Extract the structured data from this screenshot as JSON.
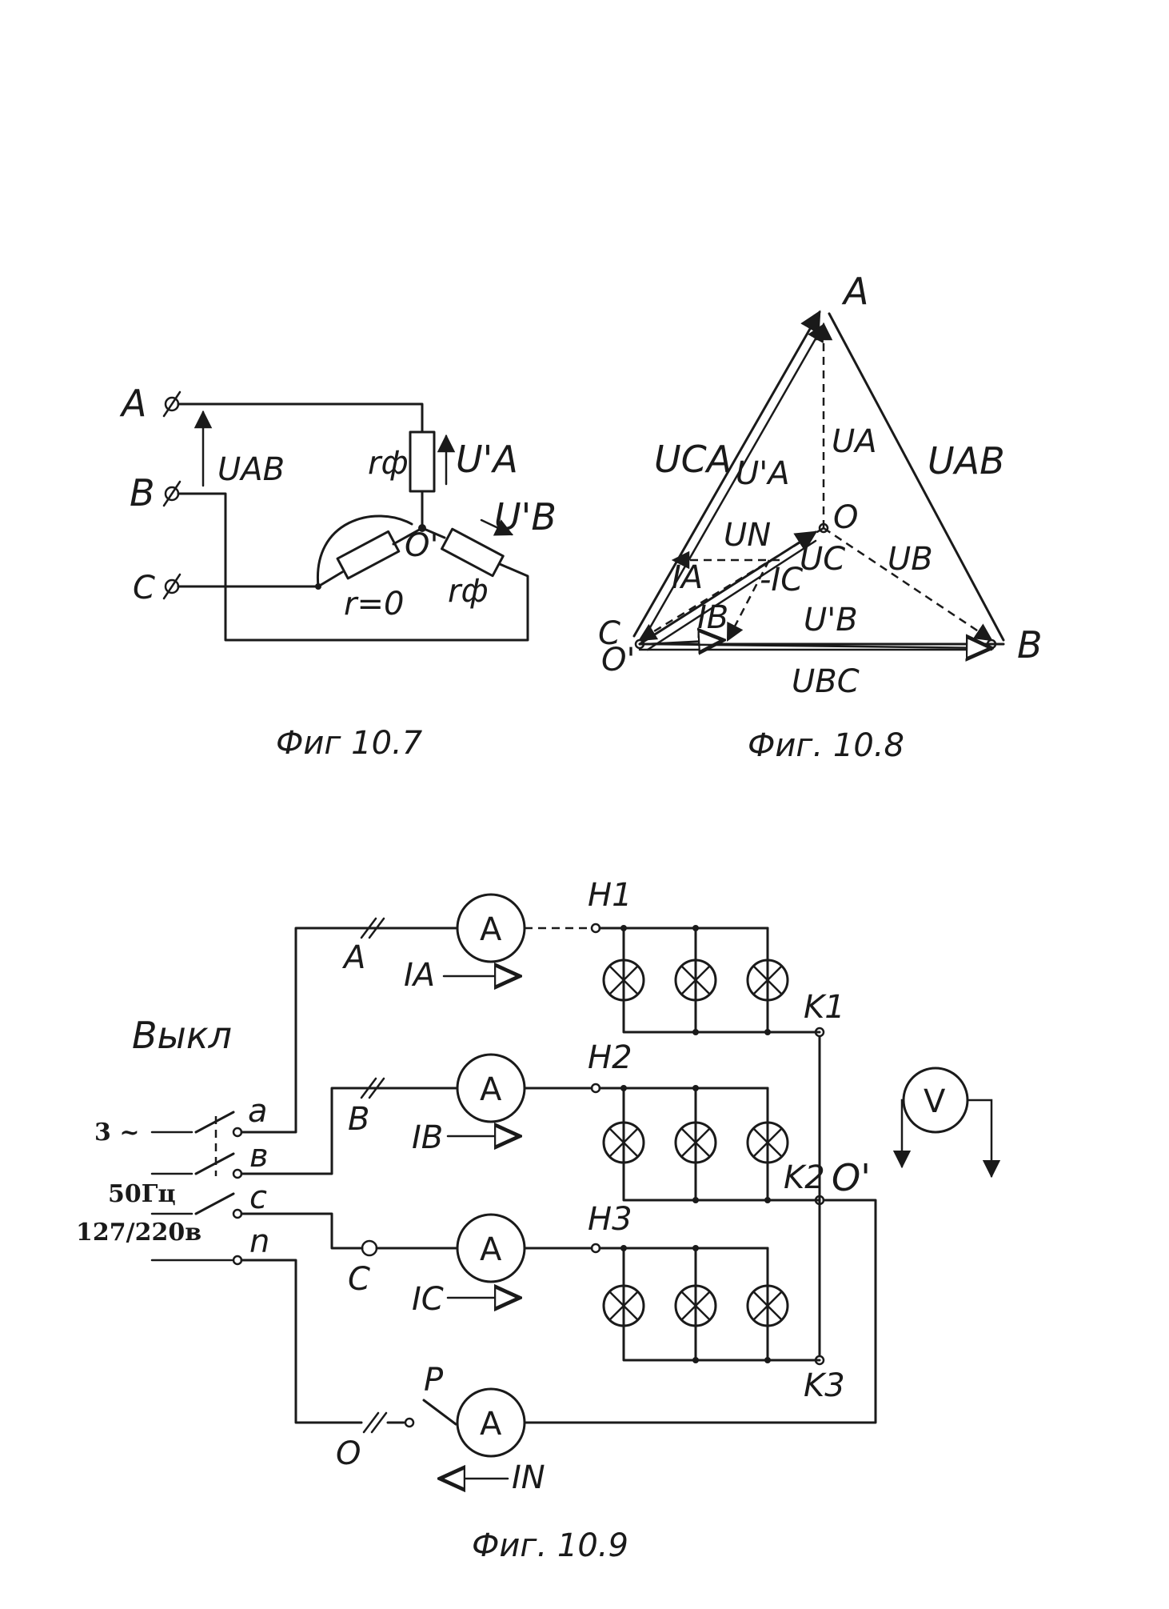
{
  "fig_10_7": {
    "caption": "Фиг 10.7",
    "terminal_a": "A",
    "terminal_b": "B",
    "terminal_c": "C",
    "voltage_ab": "UAB",
    "resistor_top": "rф",
    "voltage_a": "U'A",
    "node": "O'",
    "voltage_b": "U'B",
    "resistor_left": "r=0",
    "resistor_right": "rф"
  },
  "fig_10_8": {
    "caption": "Фиг. 10.8",
    "vertex_a": "A",
    "vertex_b": "B",
    "vertex_c": "C",
    "vertex_o_prime": "O'",
    "center_o": "O",
    "u_ca": "UCA",
    "u_ab": "UAB",
    "u_bc": "UBC",
    "u_a_prime": "U'A",
    "u_a": "UA",
    "u_n": "UN",
    "u_c": "UC",
    "u_b": "UB",
    "u_b_prime": "U'B",
    "i_a": "IA",
    "i_b": "IB",
    "i_c": "-IC"
  },
  "fig_10_9": {
    "caption": "Фиг. 10.9",
    "switch_label": "Выкл",
    "supply_phase": "3 ~",
    "supply_freq": "50Гц",
    "supply_voltage": "127/220в",
    "switch_a": "a",
    "switch_b": "в",
    "switch_c": "c",
    "switch_n": "n",
    "line_a": "A",
    "line_b": "B",
    "line_c": "C",
    "line_o": "O",
    "switch_p": "P",
    "ammeter": "A",
    "voltmeter": "V",
    "current_a": "IA",
    "current_b": "IB",
    "current_c": "IC",
    "current_n": "IN",
    "h1": "H1",
    "h2": "H2",
    "h3": "H3",
    "k1": "K1",
    "k2": "K2",
    "k3": "K3",
    "node_o_prime": "O'"
  }
}
